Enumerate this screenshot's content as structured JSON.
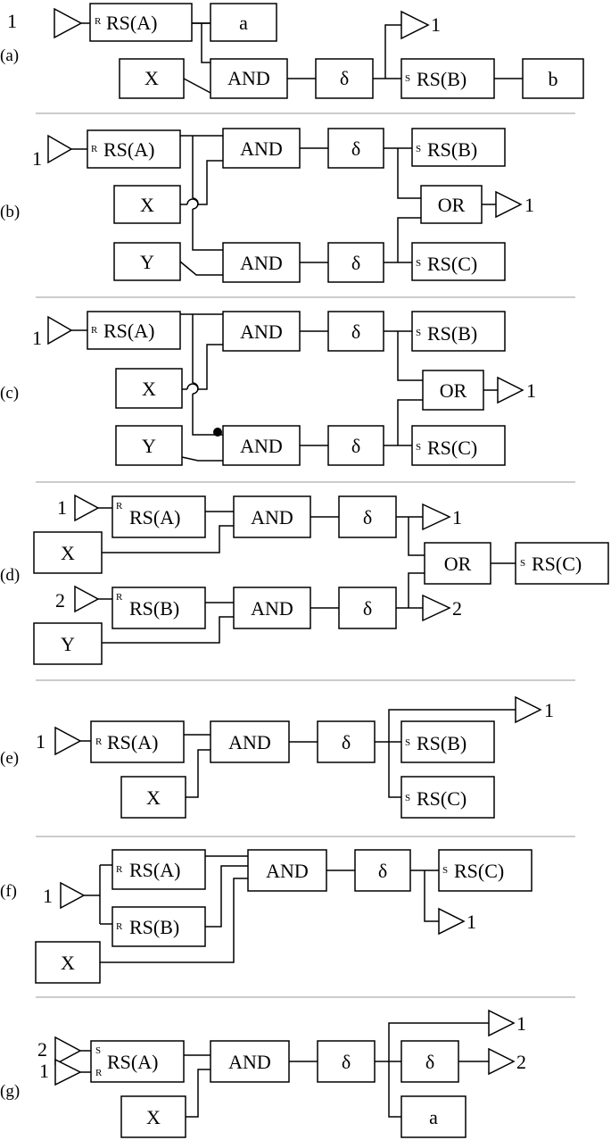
{
  "panels": {
    "a": {
      "label": "(a)",
      "in1": "1",
      "rsA_name": "RS(A)",
      "rsA_pin": "R",
      "a": "a",
      "x": "X",
      "and": "AND",
      "delta": "δ",
      "out1": "1",
      "rsB_name": "RS(B)",
      "rsB_pin": "S",
      "b": "b"
    },
    "b": {
      "label": "(b)",
      "in1": "1",
      "rsA_name": "RS(A)",
      "rsA_pin": "R",
      "x": "X",
      "y": "Y",
      "and1": "AND",
      "and2": "AND",
      "delta1": "δ",
      "delta2": "δ",
      "rsB_name": "RS(B)",
      "rsB_pin": "S",
      "rsC_name": "RS(C)",
      "rsC_pin": "S",
      "or": "OR",
      "out1": "1"
    },
    "c": {
      "label": "(c)",
      "in1": "1",
      "rsA_name": "RS(A)",
      "rsA_pin": "R",
      "x": "X",
      "y": "Y",
      "and1": "AND",
      "and2": "AND",
      "delta1": "δ",
      "delta2": "δ",
      "rsB_name": "RS(B)",
      "rsB_pin": "S",
      "rsC_name": "RS(C)",
      "rsC_pin": "S",
      "or": "OR",
      "out1": "1"
    },
    "d": {
      "label": "(d)",
      "in1": "1",
      "in2": "2",
      "rsA_name": "RS(A)",
      "rsA_pin": "R",
      "rsB_name": "RS(B)",
      "rsB_pin": "R",
      "x": "X",
      "y": "Y",
      "and1": "AND",
      "and2": "AND",
      "delta1": "δ",
      "delta2": "δ",
      "out1": "1",
      "out2": "2",
      "or": "OR",
      "rsC_name": "RS(C)",
      "rsC_pin": "S"
    },
    "e": {
      "label": "(e)",
      "in1": "1",
      "rsA_name": "RS(A)",
      "rsA_pin": "R",
      "x": "X",
      "and": "AND",
      "delta": "δ",
      "out1": "1",
      "rsB_name": "RS(B)",
      "rsB_pin": "S",
      "rsC_name": "RS(C)",
      "rsC_pin": "S"
    },
    "f": {
      "label": "(f)",
      "in1": "1",
      "rsA_name": "RS(A)",
      "rsA_pin": "R",
      "rsB_name": "RS(B)",
      "rsB_pin": "R",
      "x": "X",
      "and": "AND",
      "delta": "δ",
      "rsC_name": "RS(C)",
      "rsC_pin": "S",
      "out1": "1"
    },
    "g": {
      "label": "(g)",
      "in1": "1",
      "in2": "2",
      "rsA_name": "RS(A)",
      "rsA_pin_s": "S",
      "rsA_pin_r": "R",
      "x": "X",
      "and": "AND",
      "delta1": "δ",
      "delta2": "δ",
      "out1": "1",
      "out2": "2",
      "a": "a"
    }
  }
}
